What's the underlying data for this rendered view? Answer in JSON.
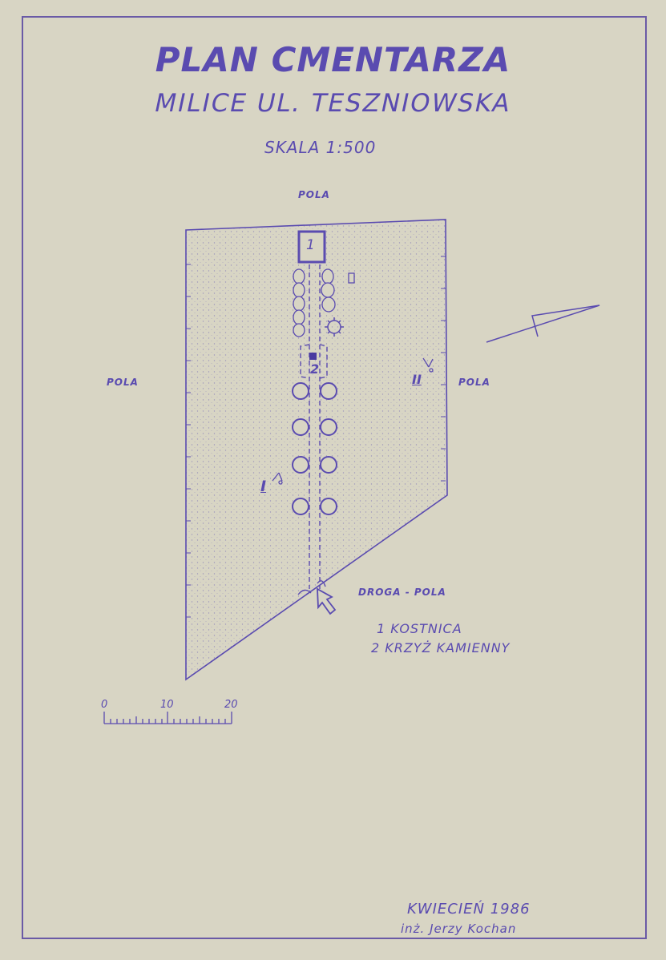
{
  "title": "PLAN CMENTARZA",
  "subtitle": "MILICE UL. TESZNIOWSKA",
  "scale_text": "SKALA 1:500",
  "labels": {
    "north": "POLA",
    "west": "POLA",
    "east": "POLA",
    "road": "DROGA - POLA"
  },
  "map_markers": {
    "ossuary": "1",
    "cross": "2",
    "section_i": "I",
    "section_ii": "II"
  },
  "legend": [
    "1 KOSTNICA",
    "2 KRZYŻ KAMIENNY"
  ],
  "scale_bar": {
    "ticks": [
      "0",
      "10",
      "20"
    ]
  },
  "footer": {
    "date": "KWIECIEŃ 1986",
    "author": "inż. Jerzy Kochan"
  },
  "colors": {
    "ink": "#5a4bb0",
    "paper": "#d8d5c4"
  }
}
